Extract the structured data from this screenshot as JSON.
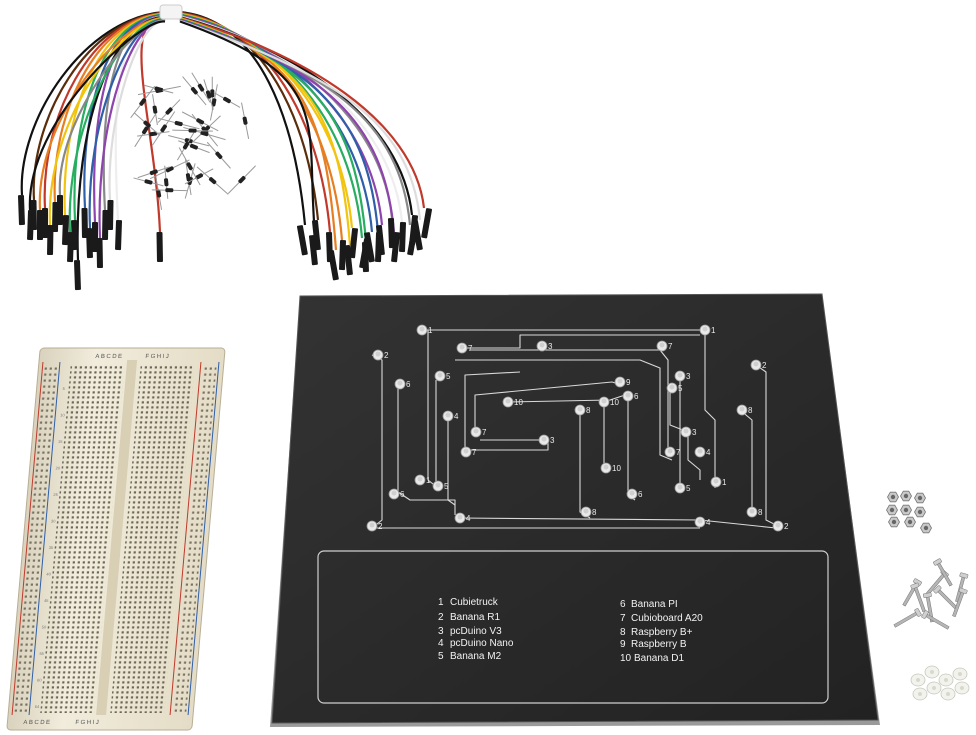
{
  "breadboard": {
    "column_letters_left": "ABCDE",
    "column_letters_right": "FGHIJ",
    "row_numbers": [
      "5",
      "10",
      "15",
      "20",
      "25",
      "30",
      "35",
      "40",
      "45",
      "50",
      "55",
      "60",
      "64"
    ]
  },
  "plate": {
    "legend": [
      {
        "num": "1",
        "name": "Cubietruck"
      },
      {
        "num": "2",
        "name": "Banana R1"
      },
      {
        "num": "3",
        "name": "pcDuino V3"
      },
      {
        "num": "4",
        "name": "pcDuino Nano"
      },
      {
        "num": "5",
        "name": "Banana M2"
      },
      {
        "num": "6",
        "name": "Banana PI"
      },
      {
        "num": "7",
        "name": "Cubioboard A20"
      },
      {
        "num": "8",
        "name": "Raspberry B+"
      },
      {
        "num": "9",
        "name": "Raspberry B"
      },
      {
        "num": "10",
        "name": "Banana D1"
      }
    ]
  },
  "colors": {
    "plate": "#2b2b2b",
    "plate_edge": "#8c8c8c",
    "engraving": "#d9d9d9",
    "breadboard": "#ece6d4",
    "rail_red": "#c0392b",
    "rail_blue": "#2e5fa8"
  }
}
